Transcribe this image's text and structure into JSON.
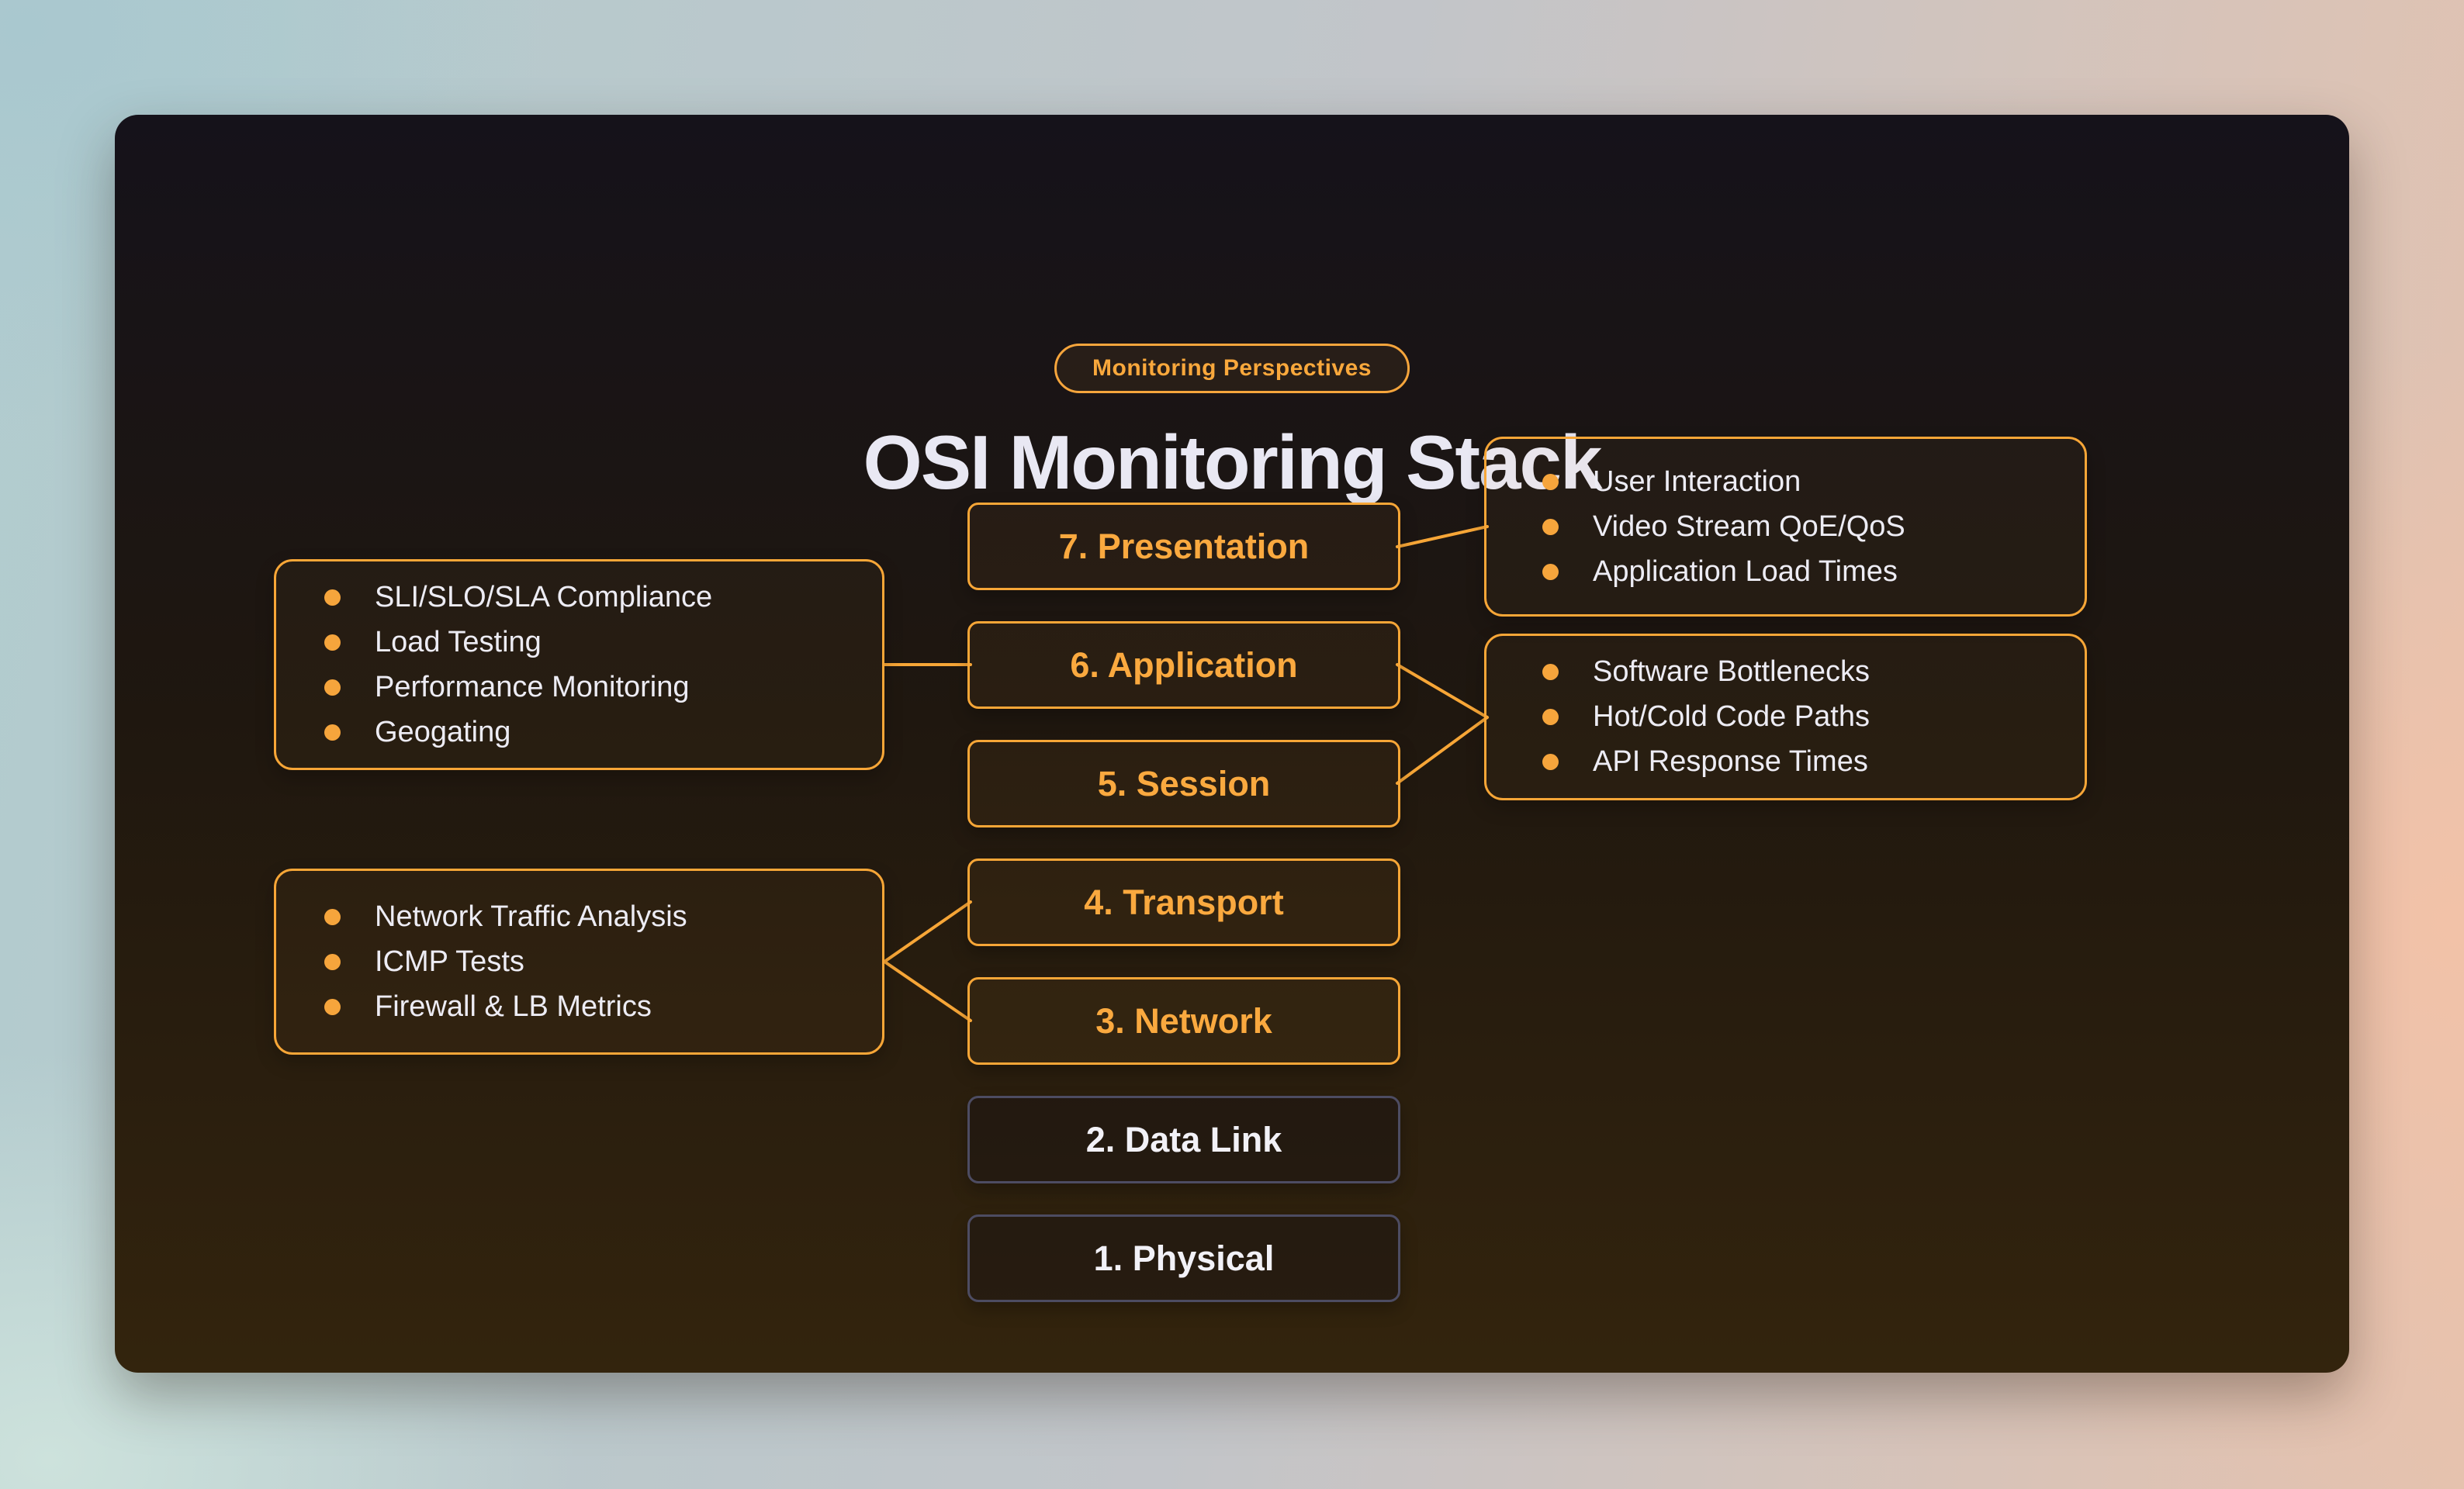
{
  "badge": {
    "label": "Monitoring Perspectives"
  },
  "title": "OSI Monitoring Stack",
  "colors": {
    "accent_orange": "#f7a637",
    "muted_border": "#4d4c62",
    "title_text": "#e9e8f3",
    "body_text": "#edecf4",
    "card_top": "#15121a",
    "card_bottom": "#33240d"
  },
  "layers": [
    {
      "label": "7. Presentation",
      "monitored": true
    },
    {
      "label": "6. Application",
      "monitored": true
    },
    {
      "label": "5. Session",
      "monitored": true
    },
    {
      "label": "4. Transport",
      "monitored": true
    },
    {
      "label": "3. Network",
      "monitored": true
    },
    {
      "label": "2. Data Link",
      "monitored": false
    },
    {
      "label": "1. Physical",
      "monitored": false
    }
  ],
  "panels": {
    "left_top": {
      "items": [
        "SLI/SLO/SLA Compliance",
        "Load Testing",
        "Performance Monitoring",
        "Geogating"
      ]
    },
    "left_bottom": {
      "items": [
        "Network Traffic Analysis",
        "ICMP Tests",
        "Firewall & LB Metrics"
      ]
    },
    "right_top": {
      "items": [
        "User Interaction",
        "Video Stream QoE/QoS",
        "Application Load Times"
      ]
    },
    "right_bottom": {
      "items": [
        "Software Bottlenecks",
        "Hot/Cold Code Paths",
        "API Response Times"
      ]
    }
  }
}
